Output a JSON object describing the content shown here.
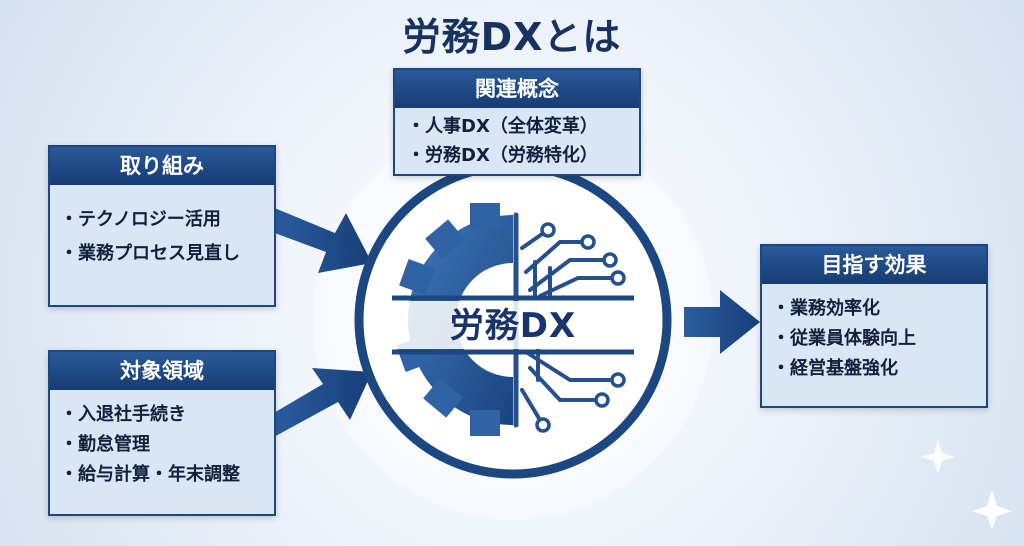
{
  "title": "労務DXとは",
  "center": {
    "label": "労務DX"
  },
  "related": {
    "header": "関連概念",
    "items": [
      "人事DX（全体変革）",
      "労務DX（労務特化）"
    ]
  },
  "initiatives": {
    "header": "取り組み",
    "items": [
      "テクノロジー活用",
      "業務プロセス見直し"
    ]
  },
  "scope": {
    "header": "対象領域",
    "items": [
      "入退社手続き",
      "勤怠管理",
      "給与計算・年末調整"
    ]
  },
  "effects": {
    "header": "目指す効果",
    "items": [
      "業務効率化",
      "従業員体験向上",
      "経営基盤強化"
    ]
  },
  "colors": {
    "navy": "#1d4780",
    "box_fill": "#d8e6f5",
    "title": "#17325e"
  }
}
